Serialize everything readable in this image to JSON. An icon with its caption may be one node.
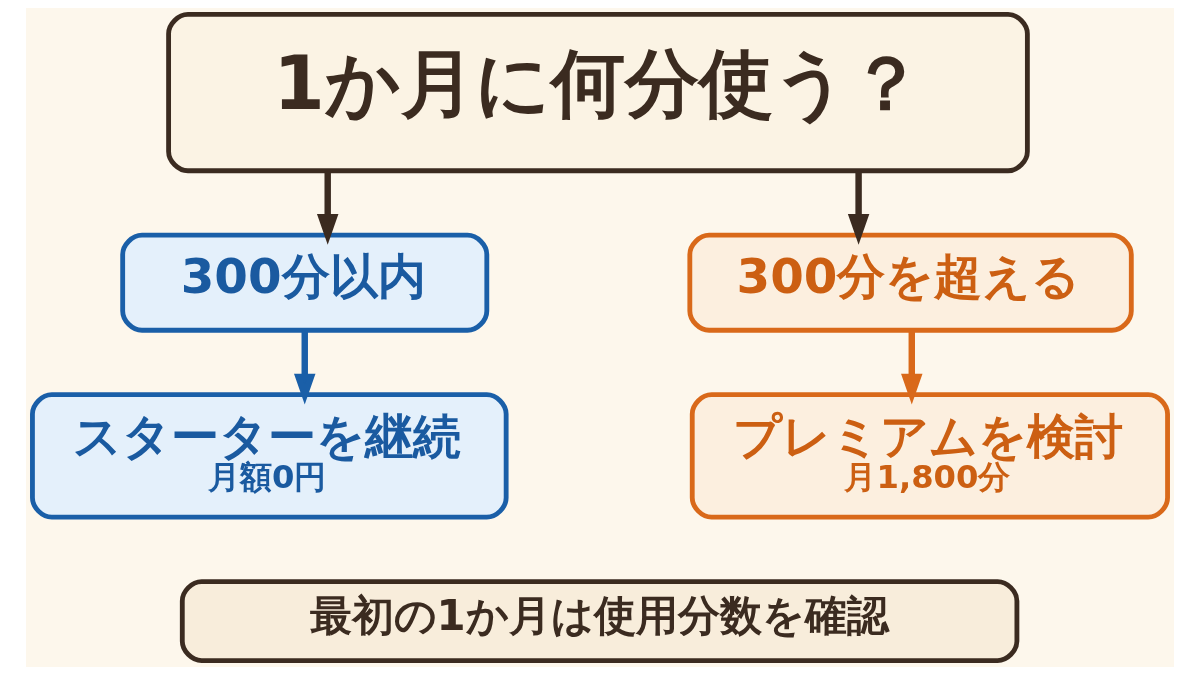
{
  "diagram": {
    "nodes": [
      {
        "text": [
          "1か月に何分使う？"
        ]
      },
      {
        "text": [
          "300分以内"
        ]
      },
      {
        "text": [
          "スターターを継続",
          "月額0円"
        ]
      },
      {
        "text": [
          "300分を超える"
        ]
      },
      {
        "text": [
          "プレミアムを検討",
          "月1,800分"
        ]
      },
      {
        "text": [
          "最初の1か月は使用分数を確認"
        ]
      }
    ],
    "edges": [
      {
        "from": 0,
        "to": 1,
        "arrow": "to"
      },
      {
        "from": 0,
        "to": 3,
        "arrow": "to"
      },
      {
        "from": 1,
        "to": 2,
        "arrow": "to",
        "color": "#1a5fa8"
      },
      {
        "from": 3,
        "to": 4,
        "arrow": "to",
        "color": "#d9691a"
      }
    ]
  }
}
